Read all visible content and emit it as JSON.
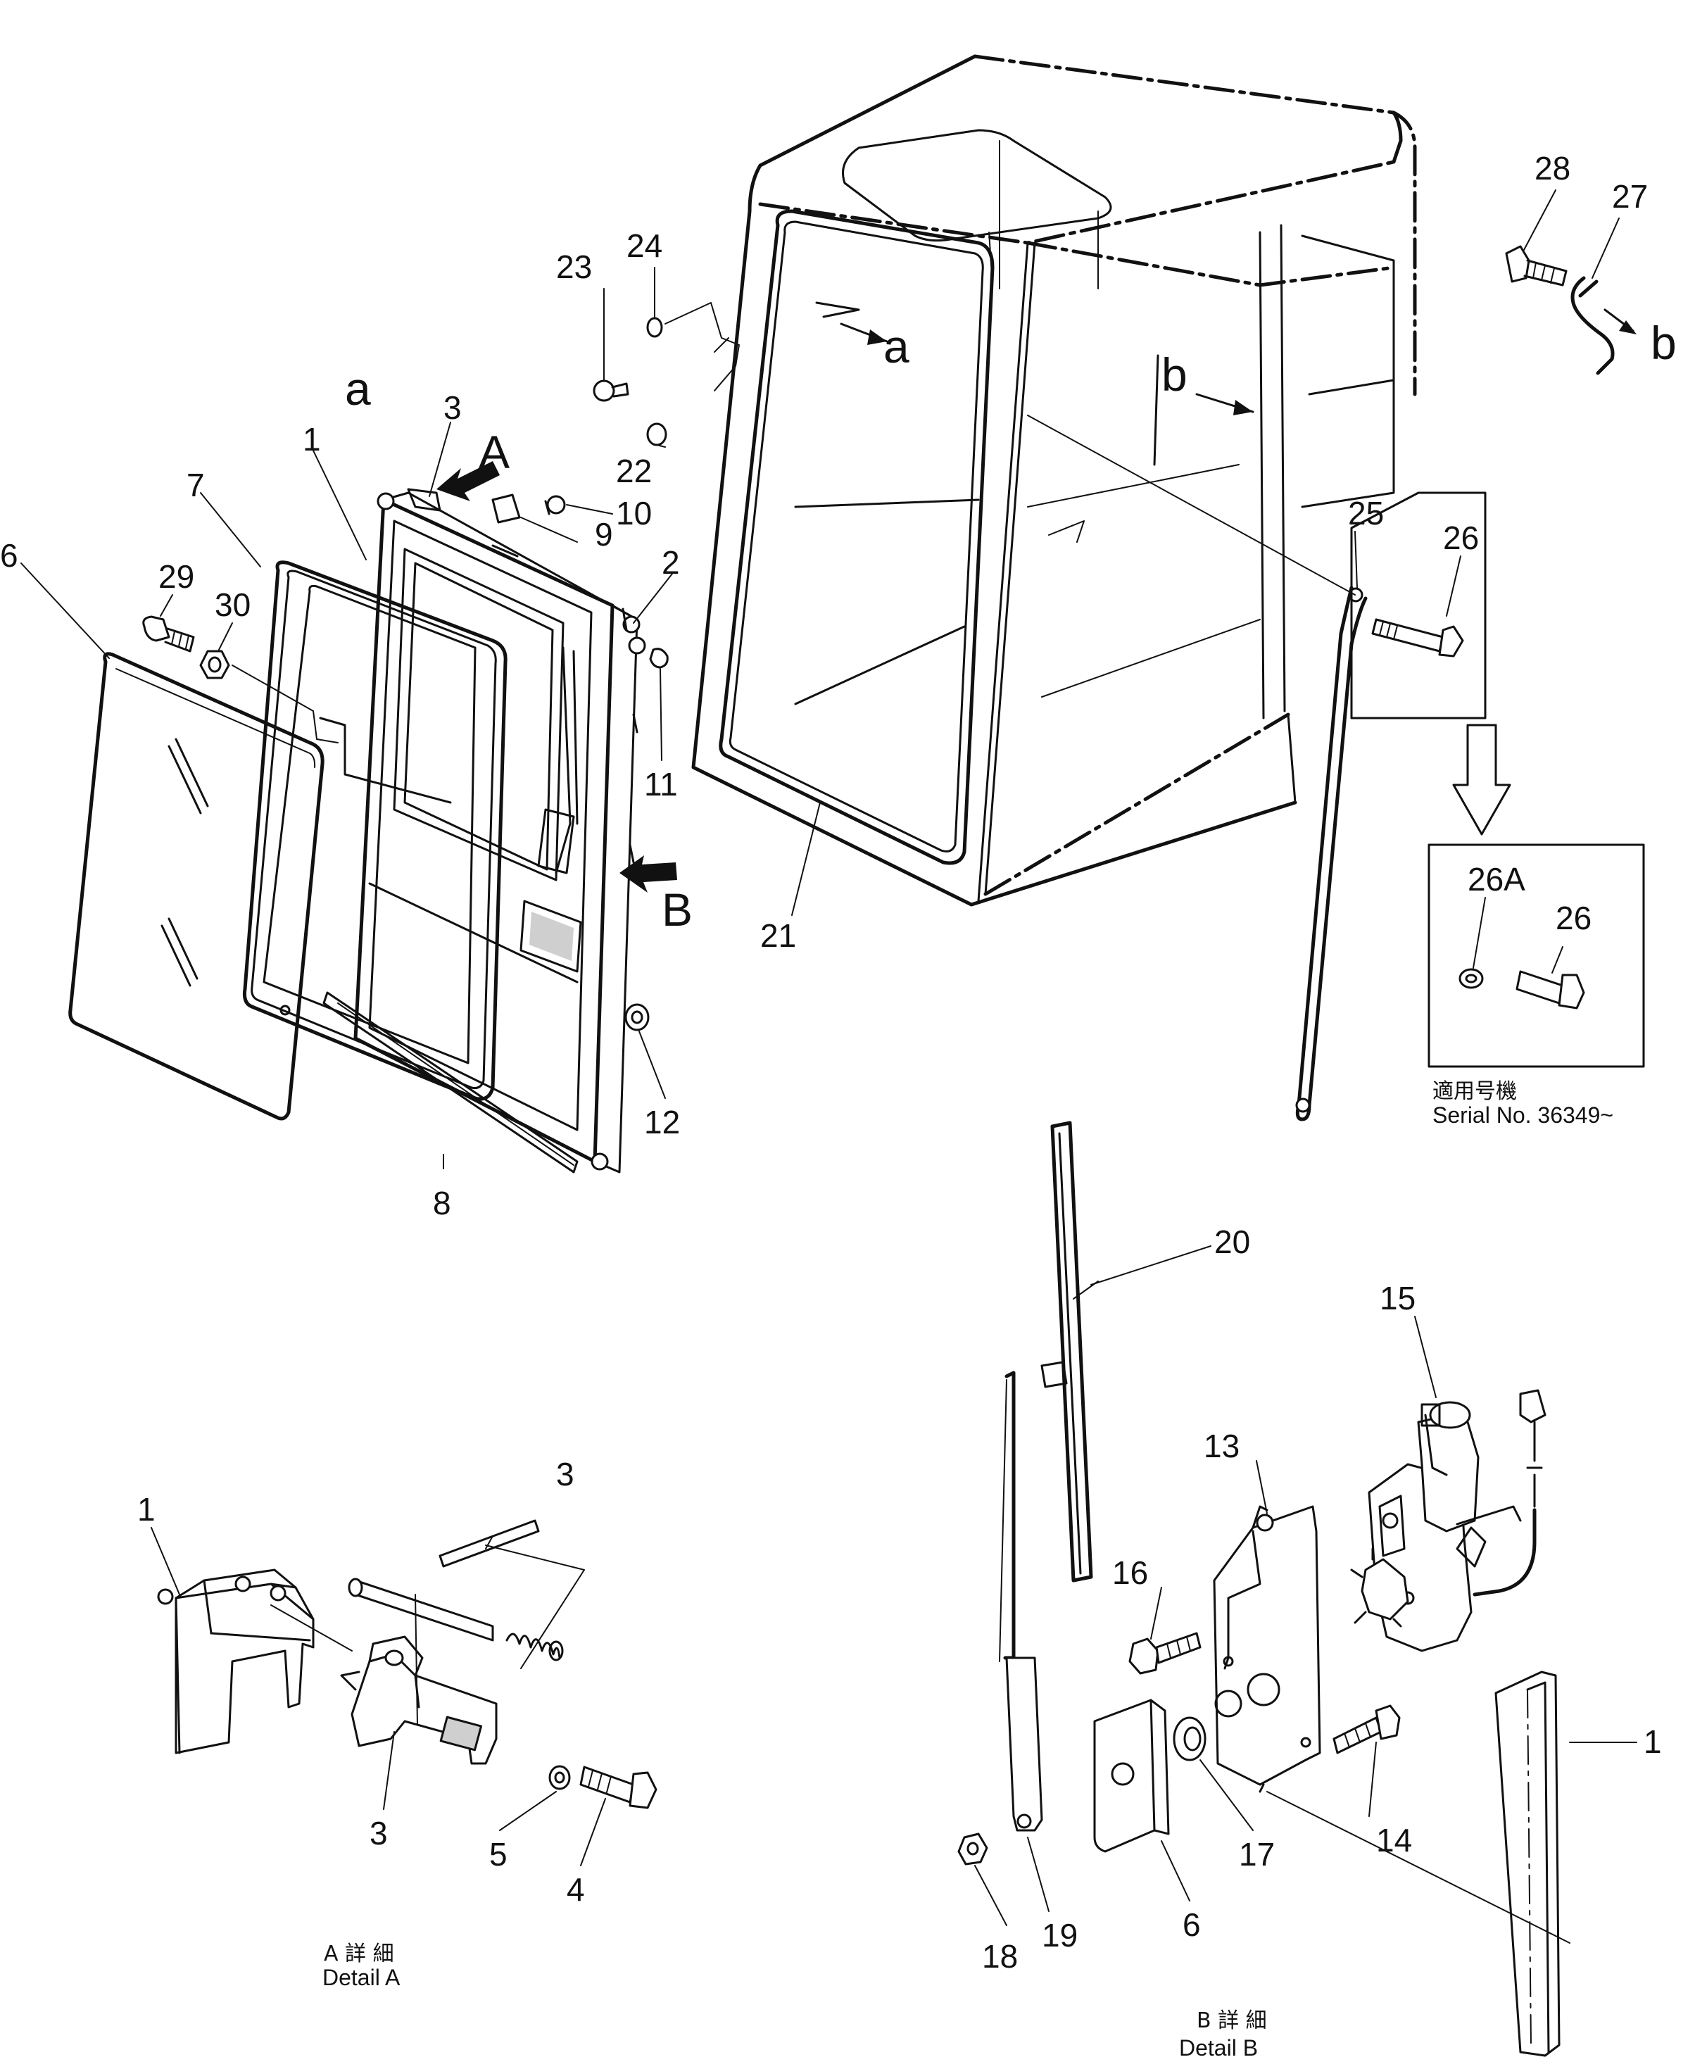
{
  "callouts": {
    "c1": "1",
    "c2": "2",
    "c3": "3",
    "c6": "6",
    "c7": "7",
    "c8": "8",
    "c9": "9",
    "c10": "10",
    "c11": "11",
    "c12": "12",
    "c21": "21",
    "c22": "22",
    "c23": "23",
    "c24": "24",
    "c25": "25",
    "c26": "26",
    "c26b": "26",
    "c26A": "26A",
    "c27": "27",
    "c28": "28",
    "c29": "29",
    "c30": "30",
    "dA_1": "1",
    "dA_3a": "3",
    "dA_3b": "3",
    "dA_4": "4",
    "dA_5": "5",
    "dB_1": "1",
    "dB_6": "6",
    "dB_13": "13",
    "dB_14": "14",
    "dB_15": "15",
    "dB_16": "16",
    "dB_17": "17",
    "dB_18": "18",
    "dB_19": "19",
    "dB_20": "20"
  },
  "view_markers": {
    "a1": "a",
    "a2": "a",
    "b1": "b",
    "b2": "b",
    "A": "A",
    "B": "B"
  },
  "serial_note": {
    "jp": "適用号機",
    "en": "Serial  No.  36349~"
  },
  "detail_a": {
    "jp": "A 詳 細",
    "en": "Detail A"
  },
  "detail_b": {
    "jp": "B 詳 細",
    "en": "Detail B"
  }
}
